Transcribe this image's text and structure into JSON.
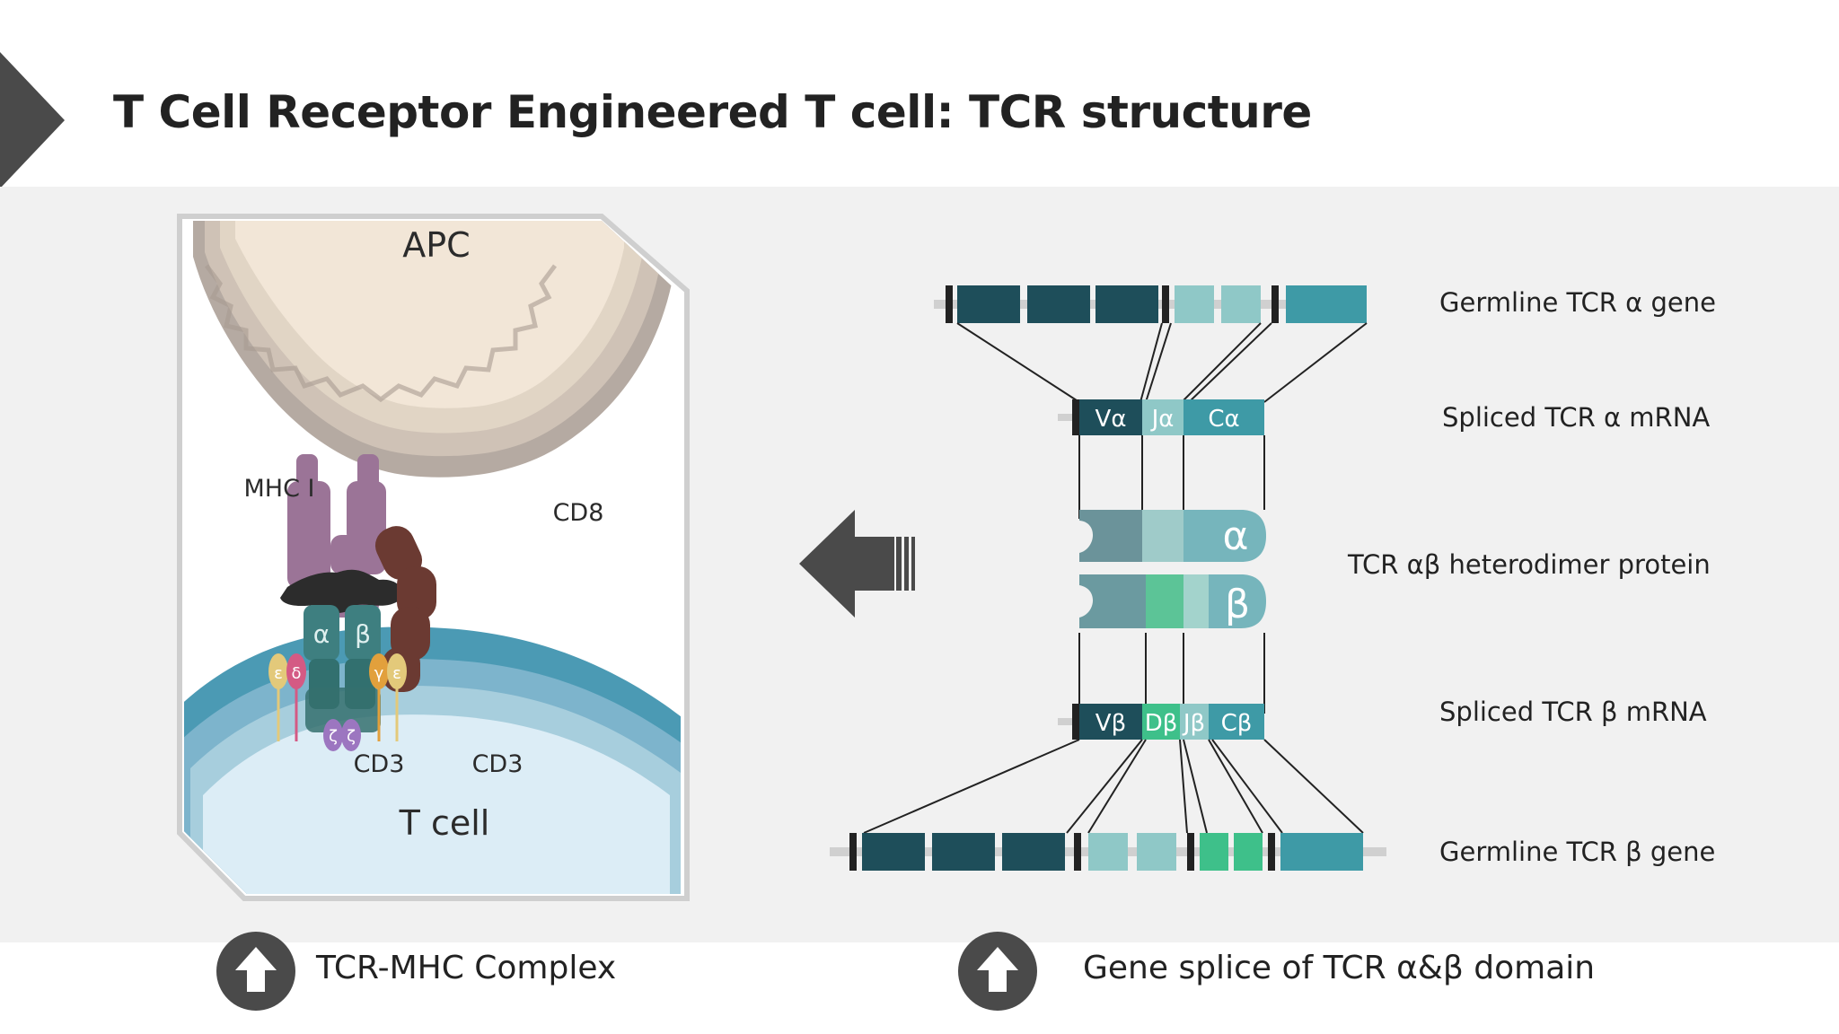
{
  "slide": {
    "title": "T Cell Receptor Engineered T cell: TCR structure",
    "colors": {
      "accent_dark": "#4a4a4a",
      "teal_dark": "#1e4e5a",
      "teal_mid": "#3e9aa6",
      "teal_light": "#8fc8c7",
      "green": "#3ec08a",
      "purple": "#9b7497",
      "brown": "#6b3a32"
    }
  },
  "left_diagram": {
    "apc_label": "APC",
    "tcell_label": "T cell",
    "mhc_label": "MHC I",
    "cd8_label": "CD8",
    "alpha_label": "α",
    "beta_label": "β",
    "cd3_left_label": "CD3",
    "cd3_right_label": "CD3",
    "epsilon_1": "ε",
    "delta": "δ",
    "gamma": "γ",
    "epsilon_2": "ε",
    "zeta_1": "ζ",
    "zeta_2": "ζ",
    "caption": "TCR-MHC Complex",
    "caption_icon": "up-arrow-icon"
  },
  "right_diagram": {
    "labels": {
      "germline_alpha": "Germline TCR α gene",
      "spliced_alpha": "Spliced TCR α mRNA",
      "heterodimer": "TCR αβ heterodimer protein",
      "spliced_beta": "Spliced TCR β mRNA",
      "germline_beta": "Germline TCR β gene"
    },
    "alpha_mrna_segments": {
      "v": "Vα",
      "j": "Jα",
      "c": "Cα"
    },
    "beta_mrna_segments": {
      "v": "Vβ",
      "d": "Dβ",
      "j": "Jβ",
      "c": "Cβ"
    },
    "protein_alpha": "α",
    "protein_beta": "β",
    "caption": "Gene splice of TCR α&β domain",
    "caption_icon": "up-arrow-icon",
    "arrow_icon": "left-arrow-icon"
  }
}
